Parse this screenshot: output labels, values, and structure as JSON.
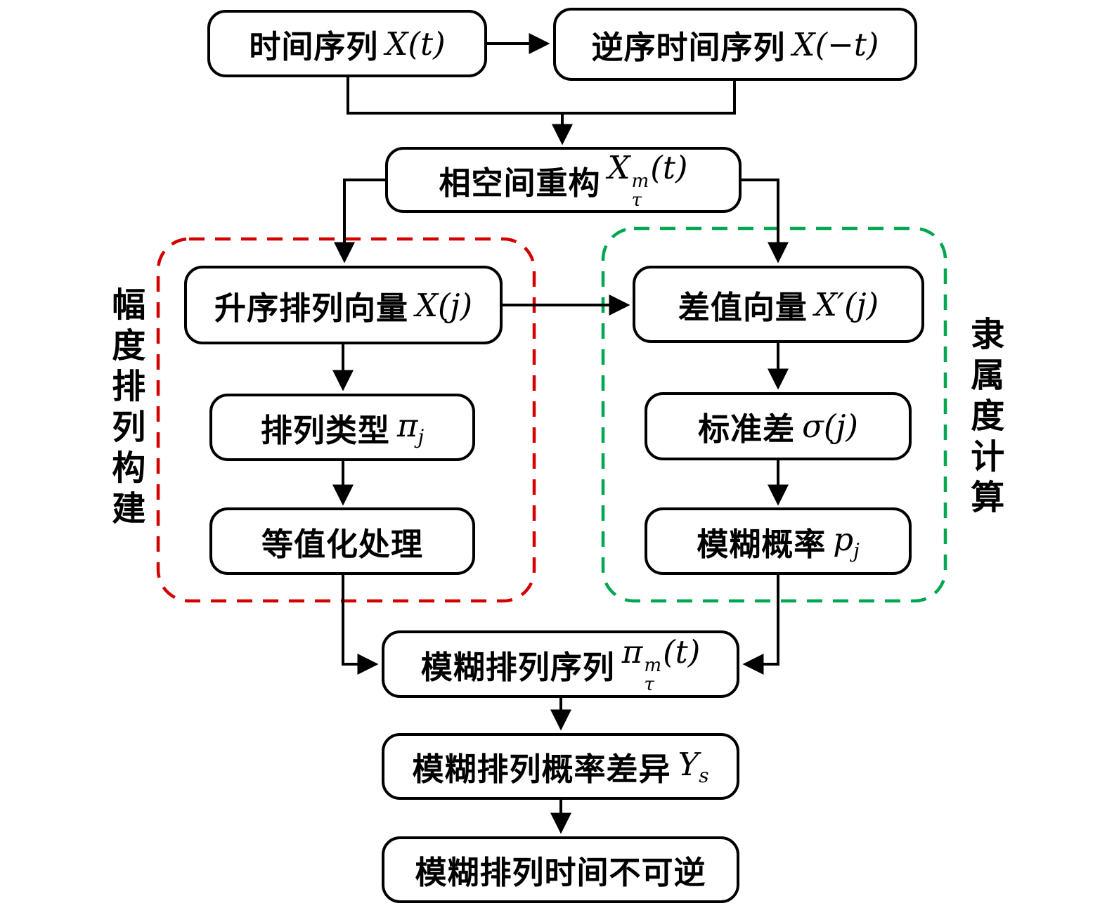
{
  "colors": {
    "amplitude_outline": "#d40000",
    "membership_outline": "#00a650",
    "line": "#000000",
    "node_border": "#000000",
    "background": "#ffffff"
  },
  "group_labels": {
    "amplitude": "幅度排列构建",
    "membership": "隶属度计算"
  },
  "nodes": {
    "time_series": {
      "cn": "时间序列",
      "math": "X(t)"
    },
    "reversed_series": {
      "cn": "逆序时间序列",
      "math": "X(−t)"
    },
    "phase_space": {
      "cn": "相空间重构",
      "base": "X",
      "sup": "m",
      "sub": "τ",
      "tail": "(t)"
    },
    "ascending_vector": {
      "cn": "升序排列向量",
      "math": "X(j)"
    },
    "perm_type": {
      "cn": "排列类型",
      "base": "π",
      "sub": "j"
    },
    "equalization": {
      "cn": "等值化处理"
    },
    "difference_vector": {
      "cn": "差值向量",
      "math": "X′(j)"
    },
    "std_dev": {
      "cn": "标准差",
      "math": "σ(j)"
    },
    "fuzzy_prob": {
      "cn": "模糊概率",
      "base": "p",
      "sub": "j"
    },
    "fuzzy_perm_seq": {
      "cn": "模糊排列序列",
      "base": "π",
      "sup": "m",
      "sub": "τ",
      "tail": "(t)"
    },
    "fuzzy_prob_diff": {
      "cn": "模糊排列概率差异",
      "base": "Y",
      "sub": "s"
    },
    "fuzzy_time_irrev": {
      "cn": "模糊排列时间不可逆"
    }
  }
}
